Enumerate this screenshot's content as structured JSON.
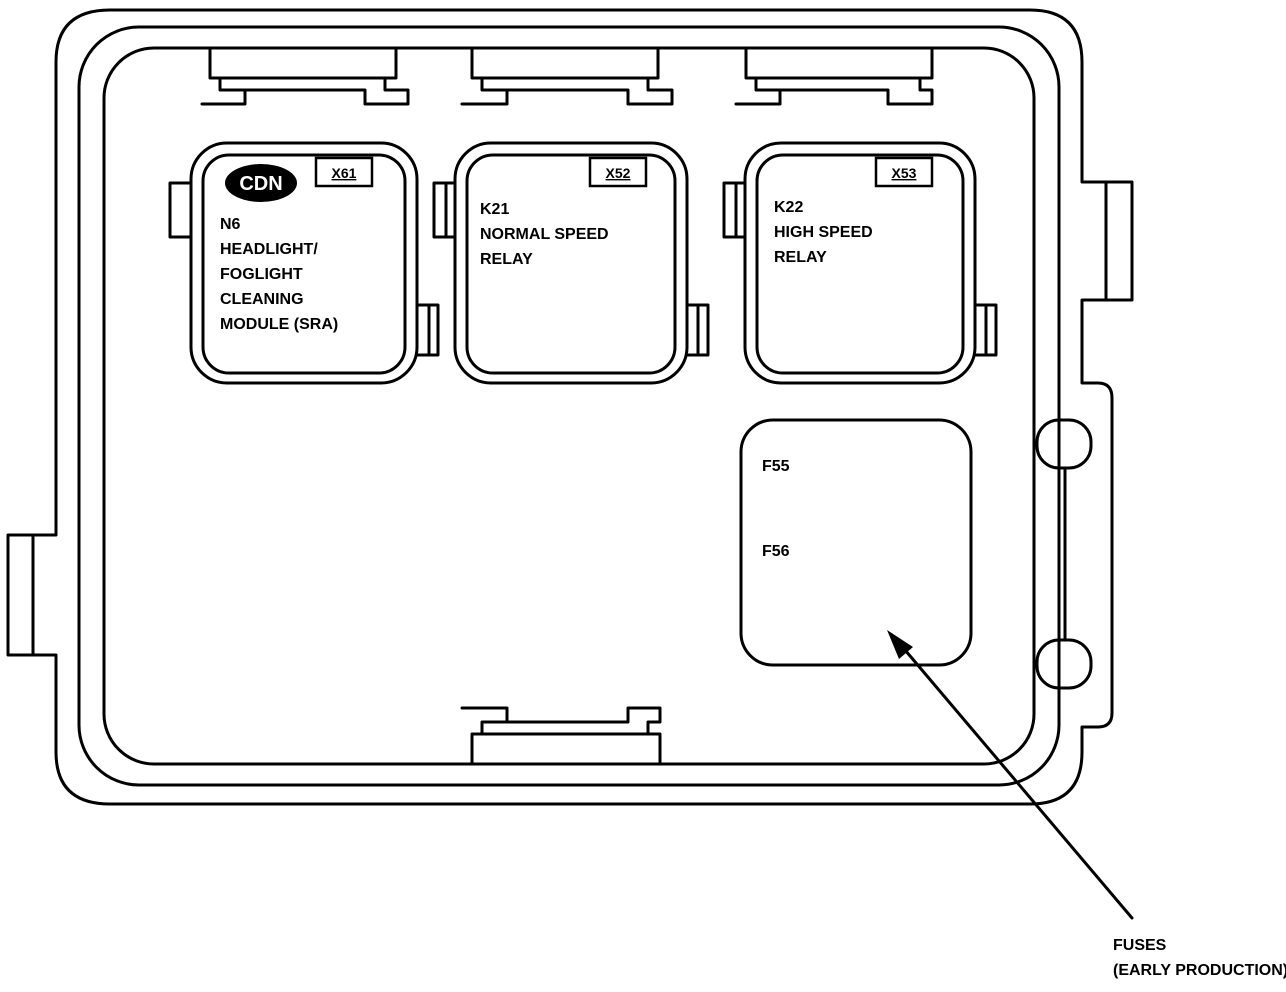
{
  "relays": [
    {
      "tag": "X61",
      "lines": [
        "N6",
        "HEADLIGHT/",
        "FOGLIGHT",
        "CLEANING",
        "MODULE (SRA)"
      ],
      "badge": "CDN"
    },
    {
      "tag": "X52",
      "lines": [
        "K21",
        "NORMAL SPEED",
        "RELAY"
      ]
    },
    {
      "tag": "X53",
      "lines": [
        "K22",
        "HIGH SPEED",
        "RELAY"
      ]
    }
  ],
  "fuse_box": {
    "lines": [
      "F55",
      "F56"
    ]
  },
  "callout": {
    "lines": [
      "FUSES",
      "(EARLY PRODUCTION)"
    ]
  }
}
